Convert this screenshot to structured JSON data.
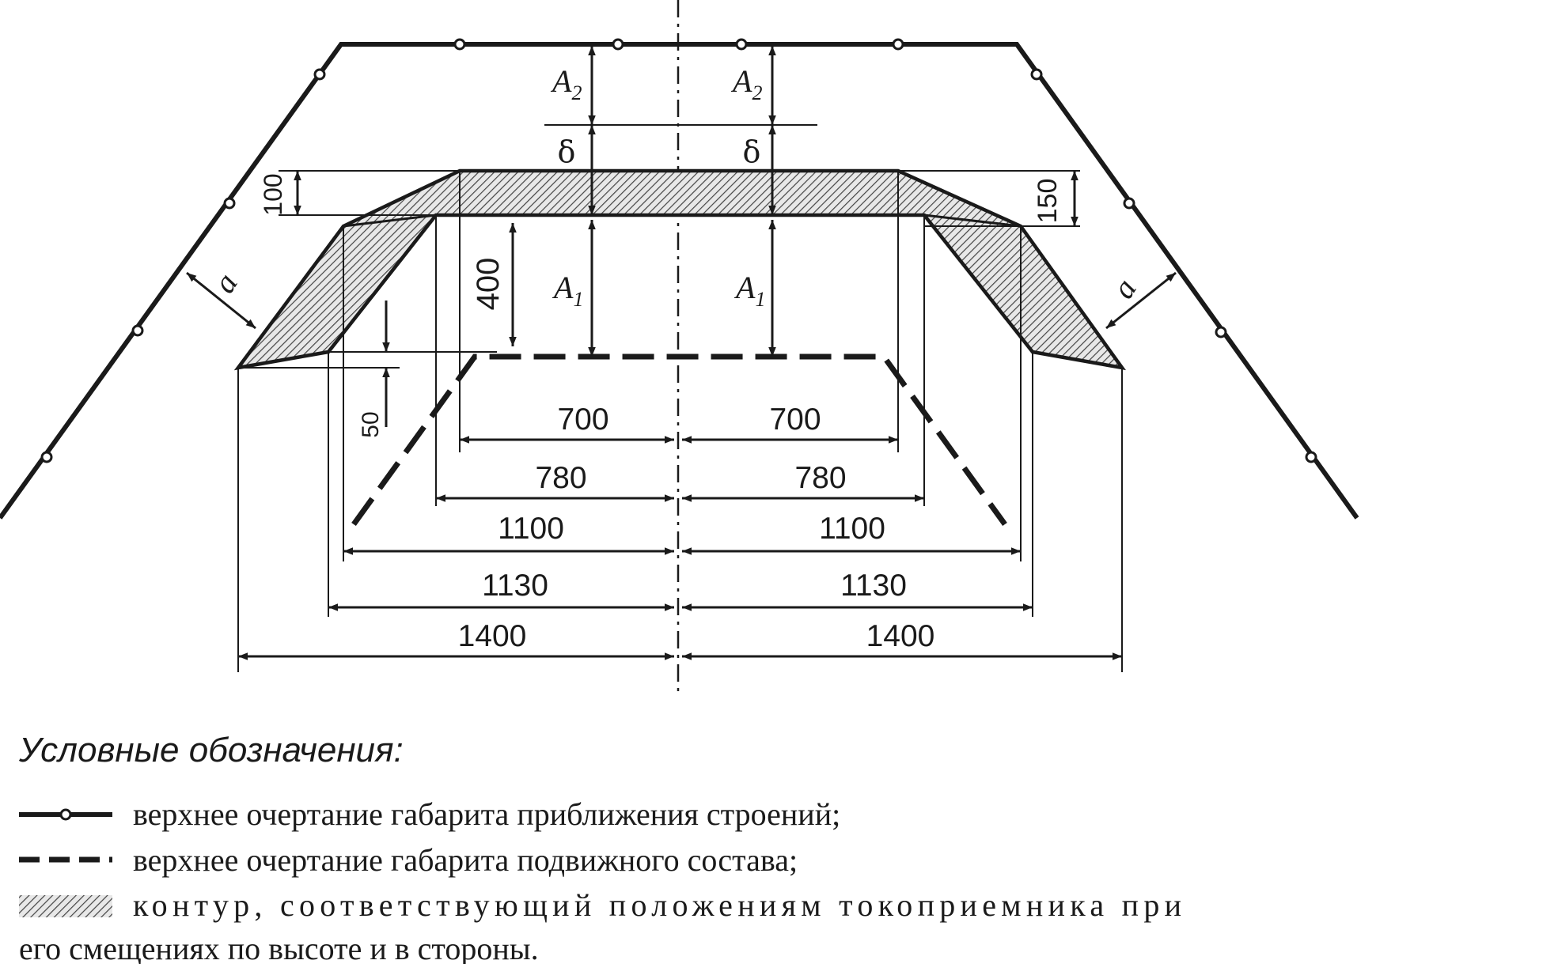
{
  "labels": {
    "a_left": "a",
    "a_right": "a",
    "A2_left": "A",
    "A2_left_sub": "2",
    "A2_right": "A",
    "A2_right_sub": "2",
    "delta_left": "δ",
    "delta_right": "δ",
    "A1_left": "A",
    "A1_left_sub": "1",
    "A1_right": "A",
    "A1_right_sub": "1"
  },
  "dimensions": {
    "d100": "100",
    "d150": "150",
    "d400": "400",
    "d50": "50",
    "w700_left": "700",
    "w700_right": "700",
    "w780_left": "780",
    "w780_right": "780",
    "w1100_left": "1100",
    "w1100_right": "1100",
    "w1130_left": "1130",
    "w1130_right": "1130",
    "w1400_left": "1400",
    "w1400_right": "1400"
  },
  "legend": {
    "title": "Условные обозначения:",
    "items": [
      {
        "text": "верхнее очертание габарита приближения строений;"
      },
      {
        "text": "верхнее очертание габарита подвижного состава;"
      },
      {
        "text": "контур, соответствующий положениям токоприемника при"
      }
    ],
    "continuation": "его смещениях по высоте и в стороны."
  },
  "colors": {
    "ink": "#1a1a1a",
    "background": "#ffffff"
  }
}
